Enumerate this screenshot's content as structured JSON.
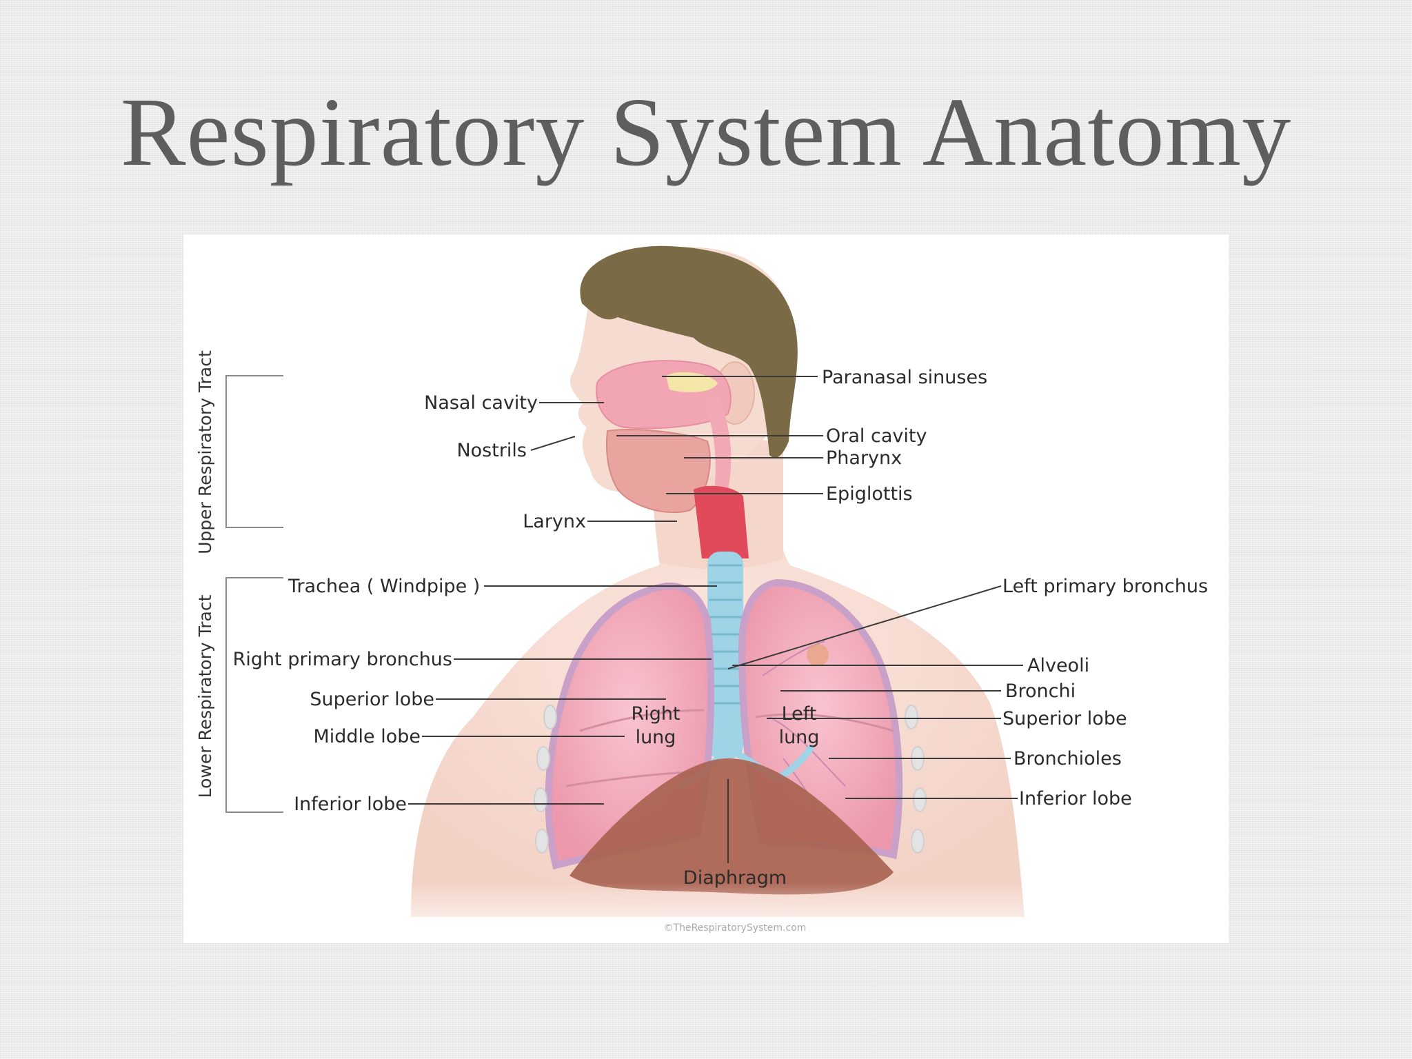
{
  "slide": {
    "title": "Respiratory System Anatomy"
  },
  "diagram": {
    "tracts": {
      "upper": "Upper Respiratory Tract",
      "lower": "Lower Respiratory Tract"
    },
    "labels": {
      "paranasal_sinuses": "Paranasal sinuses",
      "nasal_cavity": "Nasal cavity",
      "oral_cavity": "Oral cavity",
      "nostrils": "Nostrils",
      "pharynx": "Pharynx",
      "epiglottis": "Epiglottis",
      "larynx": "Larynx",
      "trachea": "Trachea ( Windpipe )",
      "left_primary_bronchus": "Left primary bronchus",
      "right_primary_bronchus": "Right primary bronchus",
      "alveoli": "Alveoli",
      "bronchi": "Bronchi",
      "superior_lobe_right": "Superior lobe",
      "superior_lobe_left": "Superior lobe",
      "middle_lobe": "Middle lobe",
      "right_lung_line1": "Right",
      "right_lung_line2": "lung",
      "left_lung_line1": "Left",
      "left_lung_line2": "lung",
      "bronchioles": "Bronchioles",
      "inferior_lobe_right": "Inferior lobe",
      "inferior_lobe_left": "Inferior lobe",
      "diaphragm": "Diaphragm"
    },
    "credit": "©TheRespiratorySystem.com",
    "colors": {
      "skin": "#f6dcd2",
      "hair": "#7a6a45",
      "lung": "#f2a9b8",
      "lung_outline": "#c9a0c8",
      "airway": "#9fd3e6",
      "diaphragm": "#a8604f",
      "nasal": "#f2a6b3"
    }
  }
}
